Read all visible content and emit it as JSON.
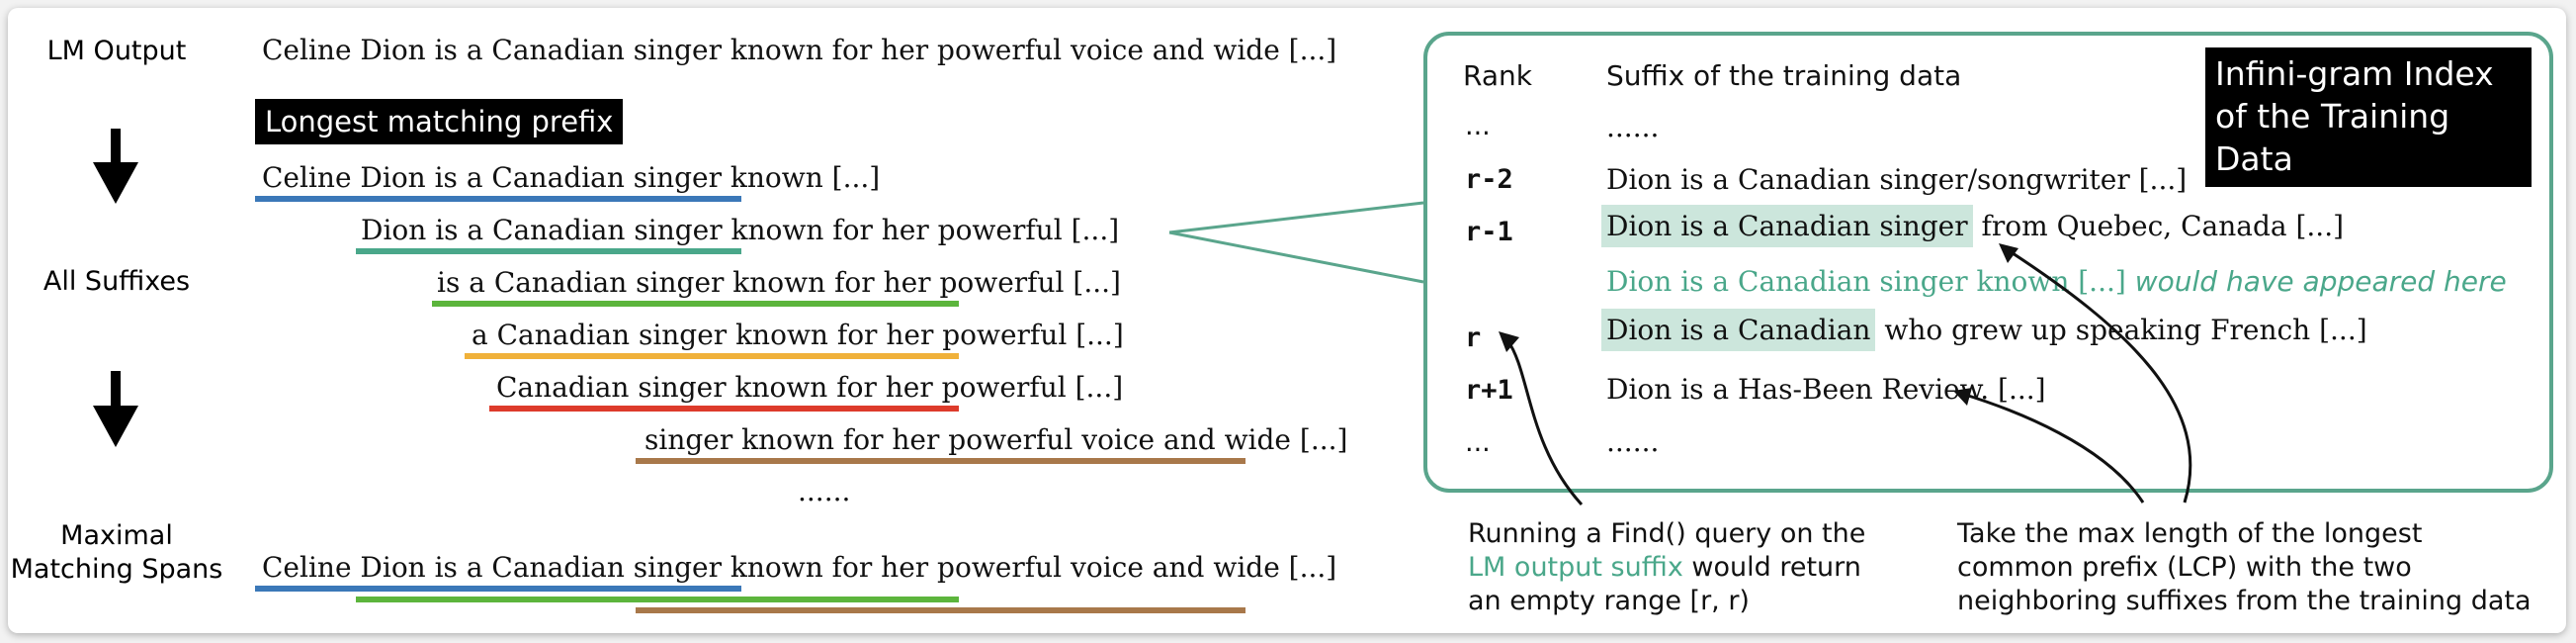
{
  "left_labels": {
    "lm_output": "LM Output",
    "all_suffixes": "All Suffixes",
    "maximal_matching_spans": "Maximal Matching Spans"
  },
  "lm_output_text": "Celine Dion is a Canadian singer known for her powerful voice and wide [...]",
  "longest_prefix_label": "Longest matching prefix",
  "suffixes": [
    "Celine Dion is a Canadian singer known [...]",
    "Dion is a Canadian singer known for her powerful [...]",
    "is a Canadian singer known for her powerful [...]",
    "a Canadian singer known for her powerful [...]",
    "Canadian singer known for her powerful [...]",
    "singer known for her powerful voice and wide [...]",
    "......"
  ],
  "maximal_text": "Celine Dion is a Canadian singer known for her powerful voice and wide [...]",
  "colors": {
    "blue": "#3b78b8",
    "teal": "#4aa78a",
    "green": "#5cb53c",
    "orange": "#f0b13a",
    "red": "#dd3b2b",
    "brown": "#a8784a",
    "panel_border": "#5aa58c",
    "highlight": "#cce6dc"
  },
  "index_panel": {
    "title": "Infini-gram Index of the Training Data",
    "rank_header": "Rank",
    "suffix_header": "Suffix of the training data",
    "rows": [
      {
        "rank": "...",
        "pre": "......",
        "hl": "",
        "post": ""
      },
      {
        "rank": "r-2",
        "pre": "Dion is a Canadian singer/songwriter [...]",
        "hl": "",
        "post": ""
      },
      {
        "rank": "r-1",
        "pre": "",
        "hl": "Dion is a Canadian singer",
        "post": " from Quebec, Canada [...]"
      },
      {
        "rank": "",
        "pre": "Dion is a Canadian singer known [...] ",
        "hl": "",
        "post": "would have appeared here"
      },
      {
        "rank": "r",
        "pre": "",
        "hl": "Dion is a Canadian",
        "post": " who grew up speaking French [...]"
      },
      {
        "rank": "r+1",
        "pre": "Dion is a Has-Been Review. [...]",
        "hl": "",
        "post": ""
      },
      {
        "rank": "...",
        "pre": "......",
        "hl": "",
        "post": ""
      }
    ]
  },
  "captions": {
    "find_query_1": "Running a Find() query on the",
    "find_query_2_green": "LM output suffix",
    "find_query_2_rest": " would return",
    "find_query_3": "an empty range [r, r)",
    "lcp_1": "Take the max length of the longest",
    "lcp_2": "common prefix (LCP) with the two",
    "lcp_3": "neighboring suffixes from the training data"
  }
}
